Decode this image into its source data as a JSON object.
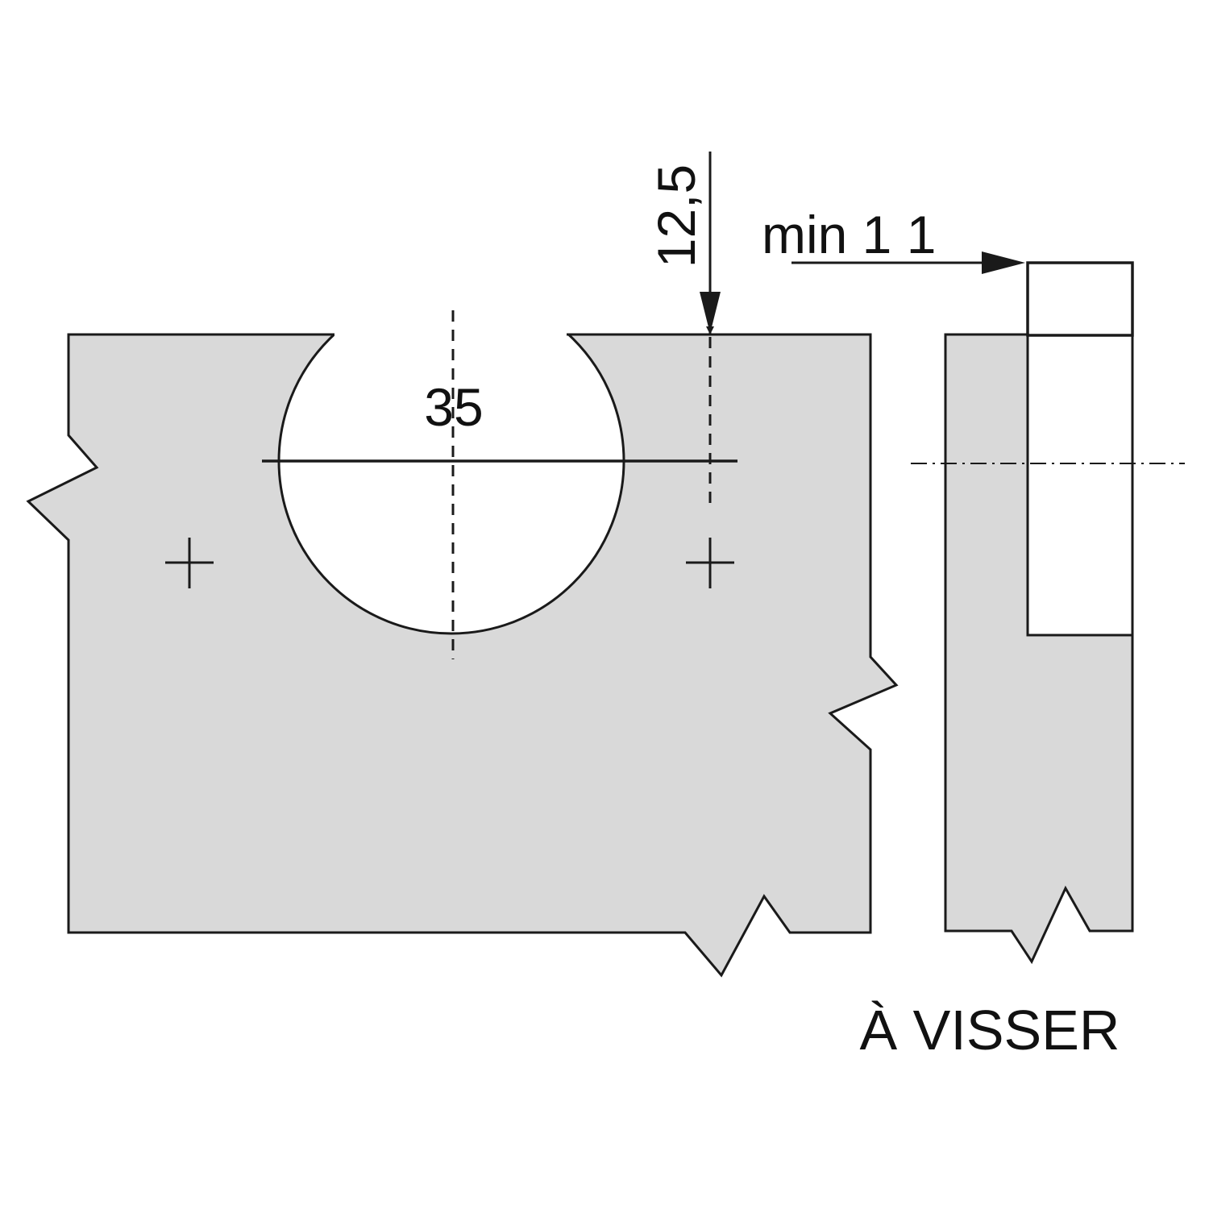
{
  "diagram": {
    "hole_diameter_label": "35",
    "edge_distance_label": "12,5",
    "min_distance_label": "min 1 1",
    "caption": "À VISSER"
  },
  "colors": {
    "panel_fill": "#d9d9d9",
    "stroke": "#1a1a1a",
    "background": "#ffffff"
  }
}
